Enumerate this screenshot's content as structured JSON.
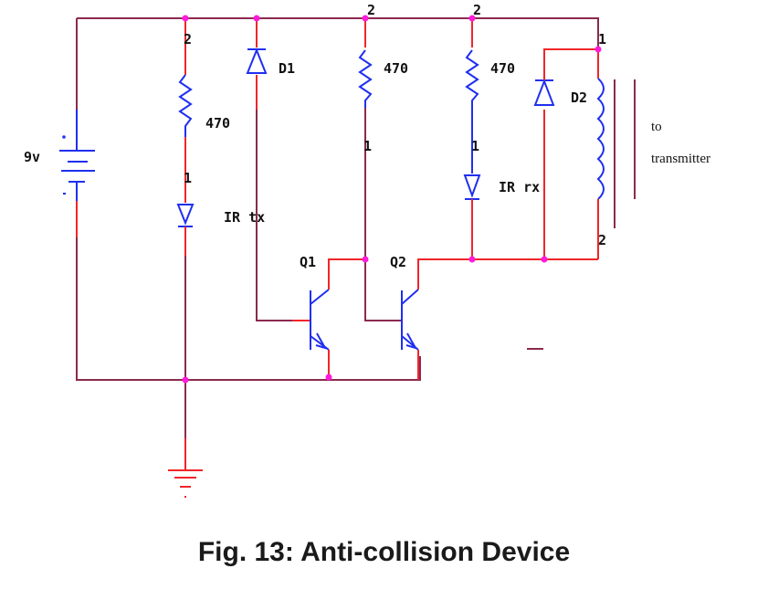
{
  "figure": {
    "caption": "Fig. 13: Anti-collision Device"
  },
  "colors": {
    "wire": "#8b2a4e",
    "lead": "#f0262a",
    "component": "#1f2ff0",
    "node": "#ff1ad9"
  },
  "labels": {
    "battery": "9v",
    "r1_value": "470",
    "r2_value": "470",
    "r3_value": "470",
    "ir1": "IR tx",
    "ir2": "IR rx",
    "d1": "D1",
    "d2": "D2",
    "q1": "Q1",
    "q2": "Q2",
    "pin_r1_top": "2",
    "pin_r1_bot": "1",
    "pin_r2_top": "2",
    "pin_r2_bot": "1",
    "pin_r3_top": "2",
    "pin_r3_bot": "1",
    "pin_l_top": "1",
    "pin_l_bot": "2",
    "to": "to",
    "transmitter": "transmitter"
  }
}
